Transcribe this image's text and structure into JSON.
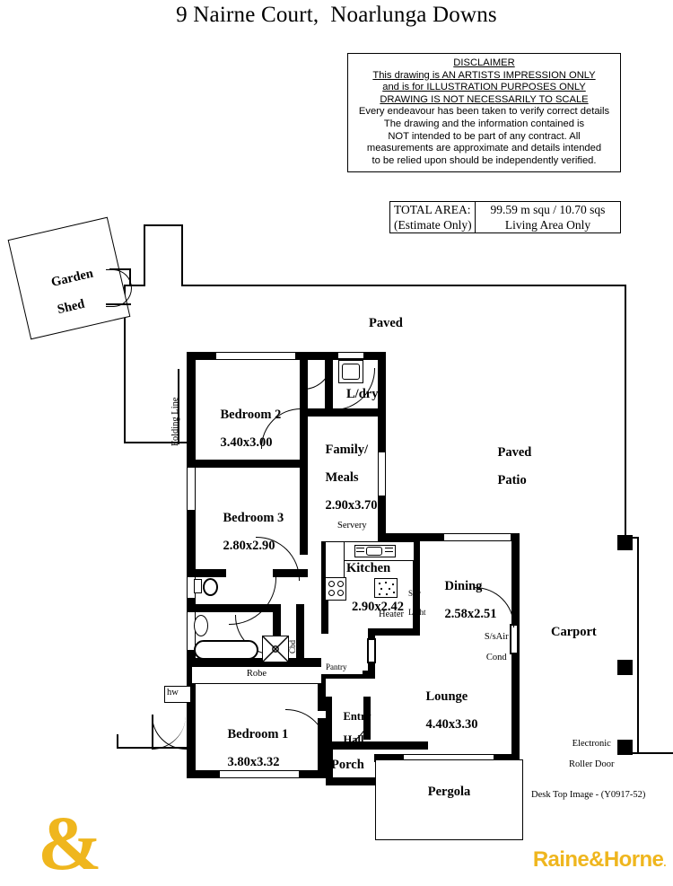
{
  "page": {
    "title": "9 Nairne Court,  Noarlunga Downs",
    "footer_note": "Desk Top Image - (Y0917-52)"
  },
  "disclaimer": {
    "heading": "DISCLAIMER",
    "underlined_lines": [
      "This drawing is AN ARTISTS IMPRESSION ONLY",
      "and is for ILLUSTRATION PURPOSES ONLY",
      "DRAWING IS NOT NECESSARILY TO SCALE"
    ],
    "plain_lines": [
      "Every endeavour has been taken to verify correct details",
      "The drawing and the information contained is",
      "NOT intended to be part of any contract. All",
      "measurements are approximate and details intended",
      "to be relied upon should be independently verified."
    ]
  },
  "area_box": {
    "label_line1": "TOTAL AREA:",
    "label_line2": "(Estimate Only)",
    "value_line1": "99.59 m squ /  10.70 sqs",
    "value_line2": "Living Area Only"
  },
  "rooms": [
    {
      "name": "Garden Shed",
      "label": "Garden\nShed",
      "dims": ""
    },
    {
      "name": "Bedroom 2",
      "label": "Bedroom 2",
      "dims": "3.40x3.00"
    },
    {
      "name": "Bedroom 3",
      "label": "Bedroom 3",
      "dims": "2.80x2.90"
    },
    {
      "name": "Bedroom 1",
      "label": "Bedroom 1",
      "dims": "3.80x3.32"
    },
    {
      "name": "Laundry",
      "label": "L/dry",
      "dims": ""
    },
    {
      "name": "Family/Meals",
      "label": "Family/\nMeals",
      "dims": "2.90x3.70"
    },
    {
      "name": "Kitchen",
      "label": "Kitchen",
      "dims": "2.90x2.42"
    },
    {
      "name": "Dining",
      "label": "Dining",
      "dims": "2.58x2.51"
    },
    {
      "name": "Lounge",
      "label": "Lounge",
      "dims": "4.40x3.30"
    },
    {
      "name": "Entry Hall",
      "label": "Entry\nHall",
      "dims": ""
    },
    {
      "name": "Porch",
      "label": "Porch",
      "dims": ""
    },
    {
      "name": "Pergola",
      "label": "Pergola",
      "dims": ""
    },
    {
      "name": "Carport",
      "label": "Carport",
      "dims": ""
    }
  ],
  "labels": {
    "garden_shed_l1": "Garden",
    "garden_shed_l2": "Shed",
    "folding_line": "Folding Line",
    "paved": "Paved",
    "paved_patio_l1": "Paved",
    "paved_patio_l2": "Patio",
    "bedroom2_name": "Bedroom 2",
    "bedroom2_dims": "3.40x3.00",
    "bedroom3_name": "Bedroom 3",
    "bedroom3_dims": "2.80x2.90",
    "bedroom1_name": "Bedroom 1",
    "bedroom1_dims": "3.80x3.32",
    "laundry": "L/dry",
    "family_l1": "Family/",
    "family_l2": "Meals",
    "family_dims": "2.90x3.70",
    "servery": "Servery",
    "kitchen_name": "Kitchen",
    "kitchen_dims": "2.90x2.42",
    "sky_l1": "Sky",
    "sky_l2": "Light",
    "pantry": "Pantry",
    "heater": "Heater",
    "dining_name": "Dining",
    "dining_dims": "2.58x2.51",
    "aircon_l1": "S/sAir",
    "aircon_l2": "Cond",
    "lounge_name": "Lounge",
    "lounge_dims": "4.40x3.30",
    "robe": "Robe",
    "cbd": "Cbd",
    "hw": "hw",
    "entry_l1": "Entry",
    "entry_l2": "Hall",
    "porch": "Porch",
    "pergola": "Pergola",
    "carport": "Carport",
    "roller_l1": "Electronic",
    "roller_l2": "Roller Door"
  },
  "branding": {
    "logo_text": "Raine&Horne",
    "logo_mark": "&",
    "accent_color": "#EFB61E"
  }
}
